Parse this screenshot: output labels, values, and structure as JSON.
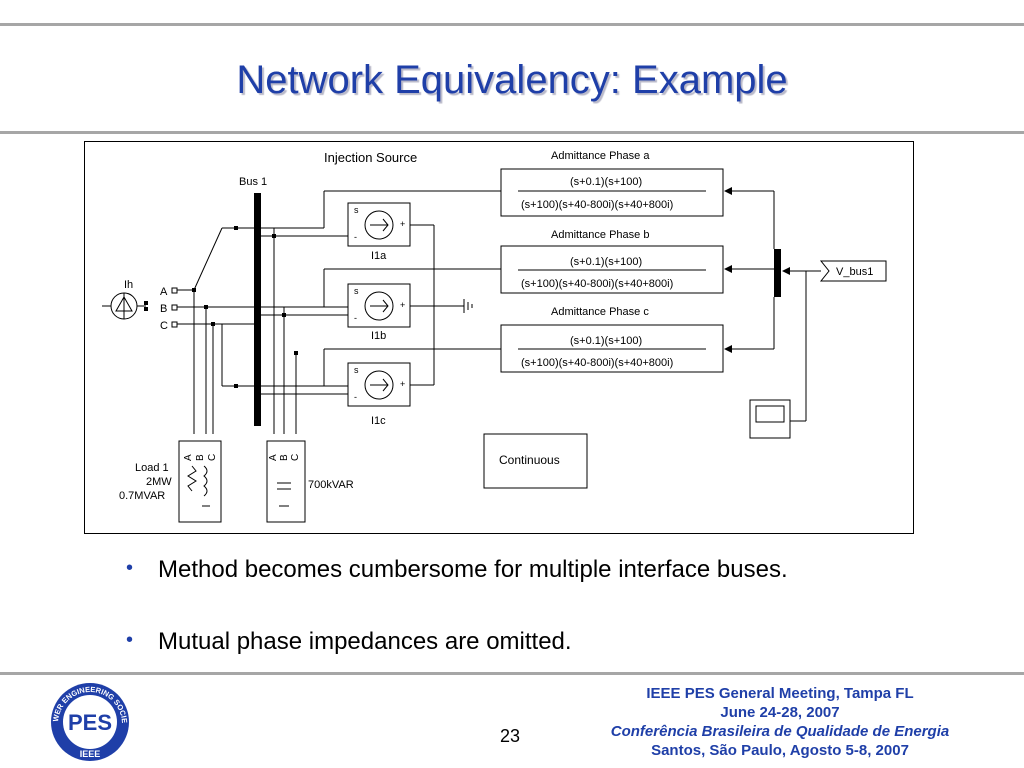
{
  "slide": {
    "title": "Network Equivalency: Example",
    "page_number": "23",
    "bullets": [
      "Method becomes cumbersome for multiple interface buses.",
      "Mutual phase impedances are omitted."
    ],
    "footer": {
      "line1": "IEEE PES General Meeting, Tampa FL",
      "line2": "June 24-28, 2007",
      "line3": "Conferência Brasileira de Qualidade de Energia",
      "line4": "Santos, São Paulo,  Agosto 5-8, 2007"
    },
    "logo": {
      "ring_text": "POWER ENGINEERING SOCIETY",
      "center_text": "PES",
      "bottom_text": "IEEE"
    }
  },
  "diagram": {
    "injection_source_label": "Injection Source",
    "bus_label": "Bus 1",
    "source_label": "Ih",
    "phase_a": "A",
    "phase_b": "B",
    "phase_c": "C",
    "load_line1": "Load 1",
    "load_line2": "2MW",
    "load_line3": "0.7MVAR",
    "cap_label": "700kVAR",
    "continuous_label": "Continuous",
    "vbus_label": "V_bus1",
    "source_a": "I1a",
    "source_b": "I1b",
    "source_c": "I1c",
    "s_sign": "s",
    "minus_sign": "-",
    "plus_sign": "+",
    "admittance_a_title": "Admittance Phase a",
    "admittance_b_title": "Admittance Phase b",
    "admittance_c_title": "Admittance Phase c",
    "numerator": "(s+0.1)(s+100)",
    "denominator": "(s+100)(s+40-800i)(s+40+800i)"
  },
  "colors": {
    "title": "#1f3fa8",
    "footer": "#1f3fa8",
    "separator": "#a6a6a6"
  }
}
